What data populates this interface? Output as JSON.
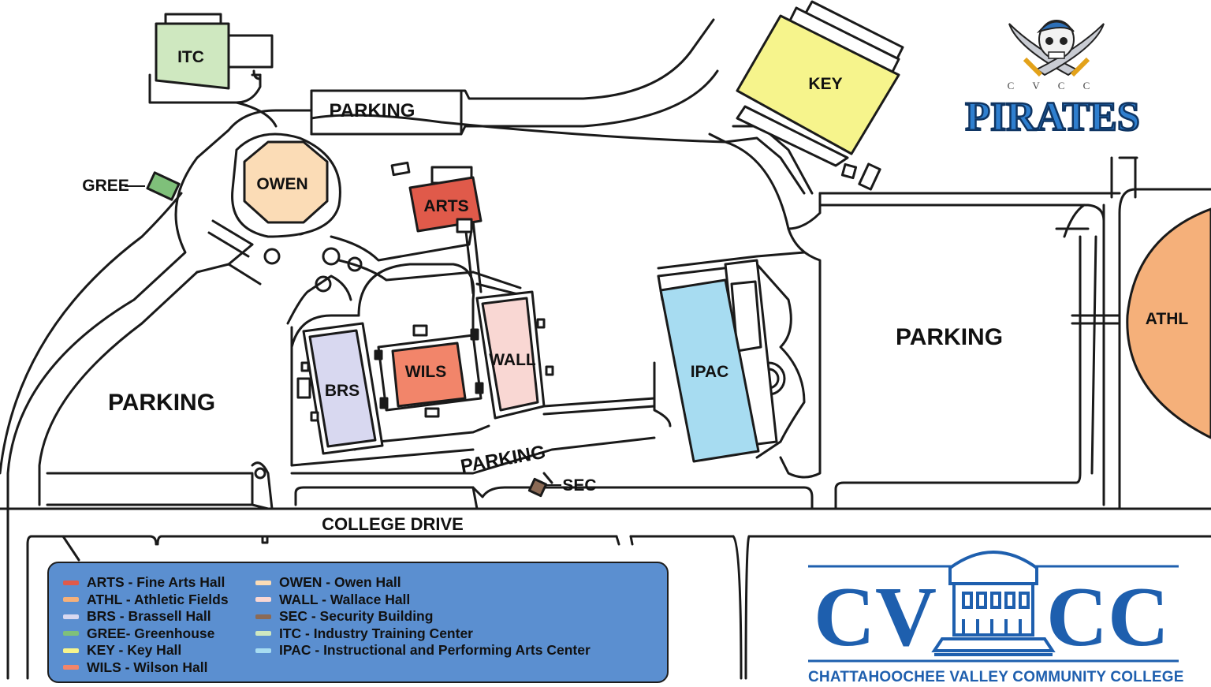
{
  "colors": {
    "ARTS": "#e05a4a",
    "ATHL": "#f5b07a",
    "BRS": "#d8d8f0",
    "GREE": "#7fc07a",
    "KEY": "#f6f48c",
    "WILS": "#f2856a",
    "OWEN": "#fbdcb6",
    "WALL": "#f9d7d3",
    "SEC": "#8b6a55",
    "ITC": "#cfe8c0",
    "IPAC": "#a7dcf1",
    "legend_bg": "#5b8fd0",
    "brand_blue": "#1e5fae"
  },
  "buildings": {
    "itc": "ITC",
    "key": "KEY",
    "owen": "OWEN",
    "gree": "GREE",
    "arts": "ARTS",
    "wall": "WALL",
    "wils": "WILS",
    "brs": "BRS",
    "ipac": "IPAC",
    "athl": "ATHL",
    "sec": "SEC"
  },
  "areas": {
    "parking_top": "PARKING",
    "parking_left": "PARKING",
    "parking_center": "PARKING",
    "parking_right": "PARKING",
    "college_drive": "COLLEGE DRIVE"
  },
  "logos": {
    "pirates_cvcc": "C V C C",
    "pirates_word": "PIRATES",
    "cvcc_left": "CV",
    "cvcc_right": "CC",
    "college_name": "CHATTAHOOCHEE VALLEY COMMUNITY COLLEGE"
  },
  "legend": {
    "left": [
      {
        "label": "ARTS - Fine Arts Hall",
        "color": "#e05a4a"
      },
      {
        "label": "ATHL - Athletic Fields",
        "color": "#f5b07a"
      },
      {
        "label": "BRS - Brassell Hall",
        "color": "#d8d8f0"
      },
      {
        "label": "GREE- Greenhouse",
        "color": "#7fc07a"
      },
      {
        "label": "KEY - Key Hall",
        "color": "#f6f48c"
      },
      {
        "label": "WILS - Wilson Hall",
        "color": "#f2856a"
      }
    ],
    "right": [
      {
        "label": "OWEN - Owen Hall",
        "color": "#fbdcb6"
      },
      {
        "label": "WALL - Wallace Hall",
        "color": "#f9d7d3"
      },
      {
        "label": "SEC - Security Building",
        "color": "#8b6a55"
      },
      {
        "label": "ITC - Industry Training Center",
        "color": "#cfe8c0"
      },
      {
        "label": "IPAC - Instructional and Performing Arts Center",
        "color": "#a7dcf1"
      }
    ]
  }
}
